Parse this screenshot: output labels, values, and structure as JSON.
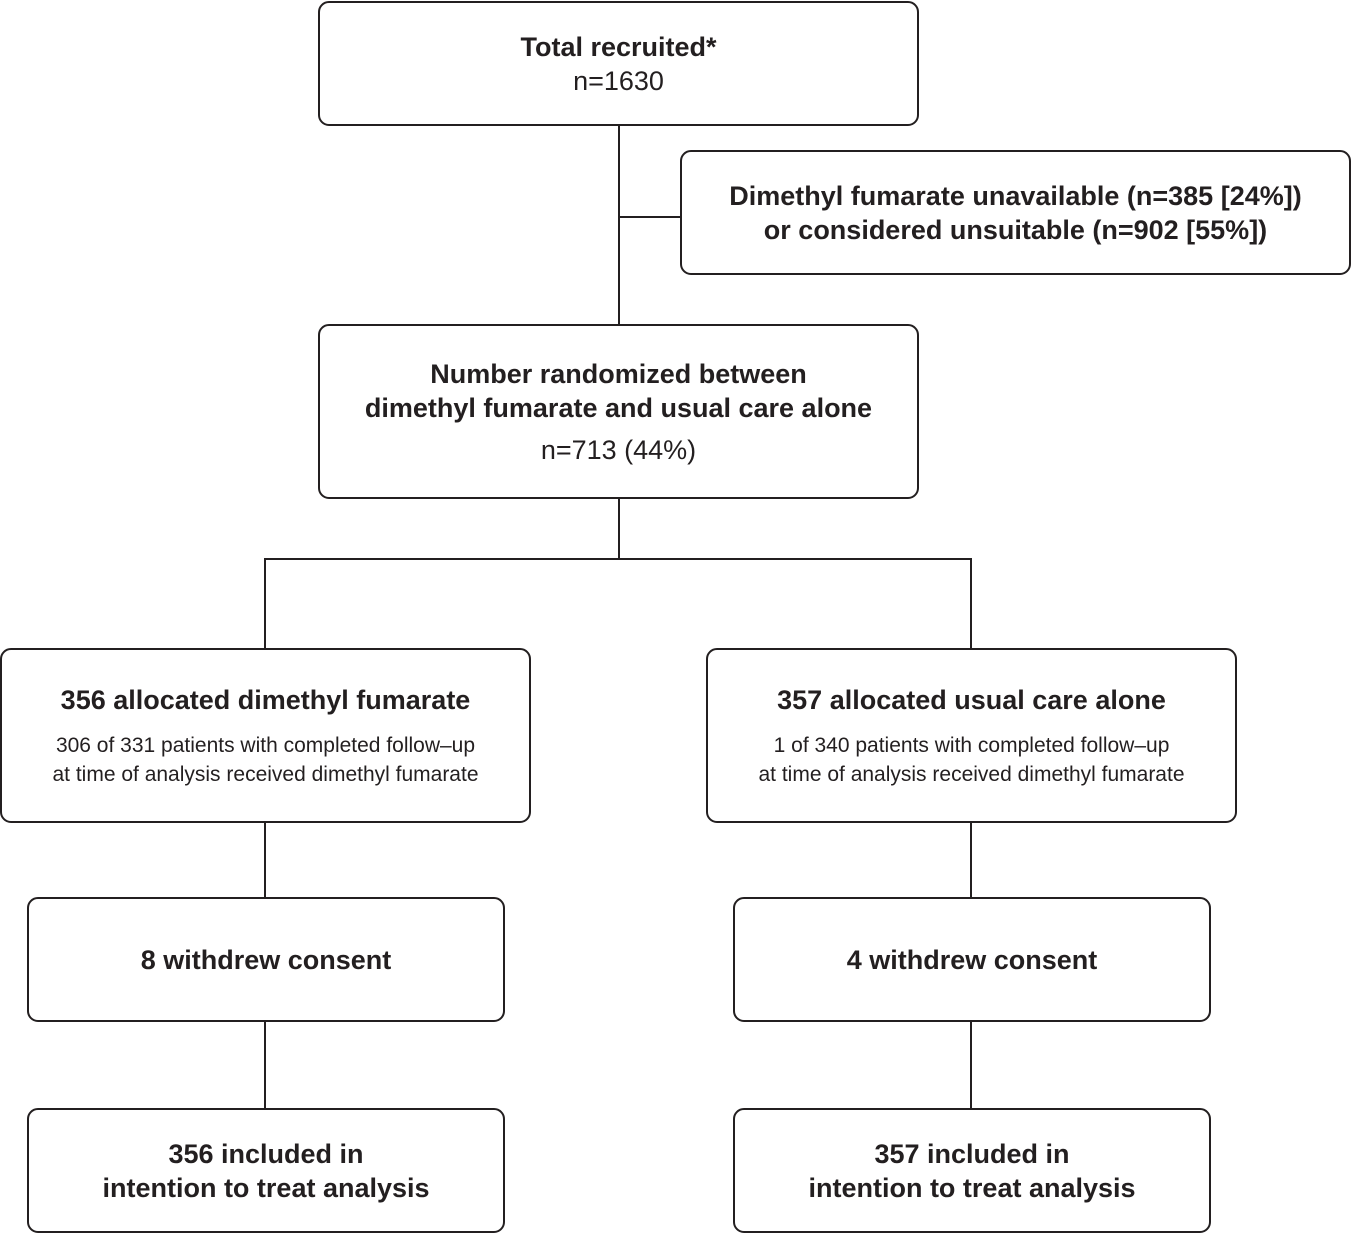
{
  "total": {
    "title": "Total recruited*",
    "n": "n=1630"
  },
  "excluded": {
    "line1": "Dimethyl fumarate unavailable (n=385 [24%])",
    "line2": "or considered unsuitable (n=902 [55%])"
  },
  "randomized": {
    "line1": "Number randomized between",
    "line2": "dimethyl fumarate and usual care alone",
    "n": "n=713 (44%)"
  },
  "left": {
    "allocated": "356 allocated dimethyl fumarate",
    "detail1": "306 of 331 patients with completed follow–up",
    "detail2": "at time of analysis received dimethyl fumarate",
    "withdrew": "8 withdrew consent",
    "itt1": "356 included in",
    "itt2": "intention to treat analysis"
  },
  "right": {
    "allocated": "357 allocated usual care alone",
    "detail1": "1 of 340 patients with completed follow–up",
    "detail2": "at time of analysis received dimethyl fumarate",
    "withdrew": "4 withdrew consent",
    "itt1": "357 included in",
    "itt2": "intention to treat analysis"
  }
}
